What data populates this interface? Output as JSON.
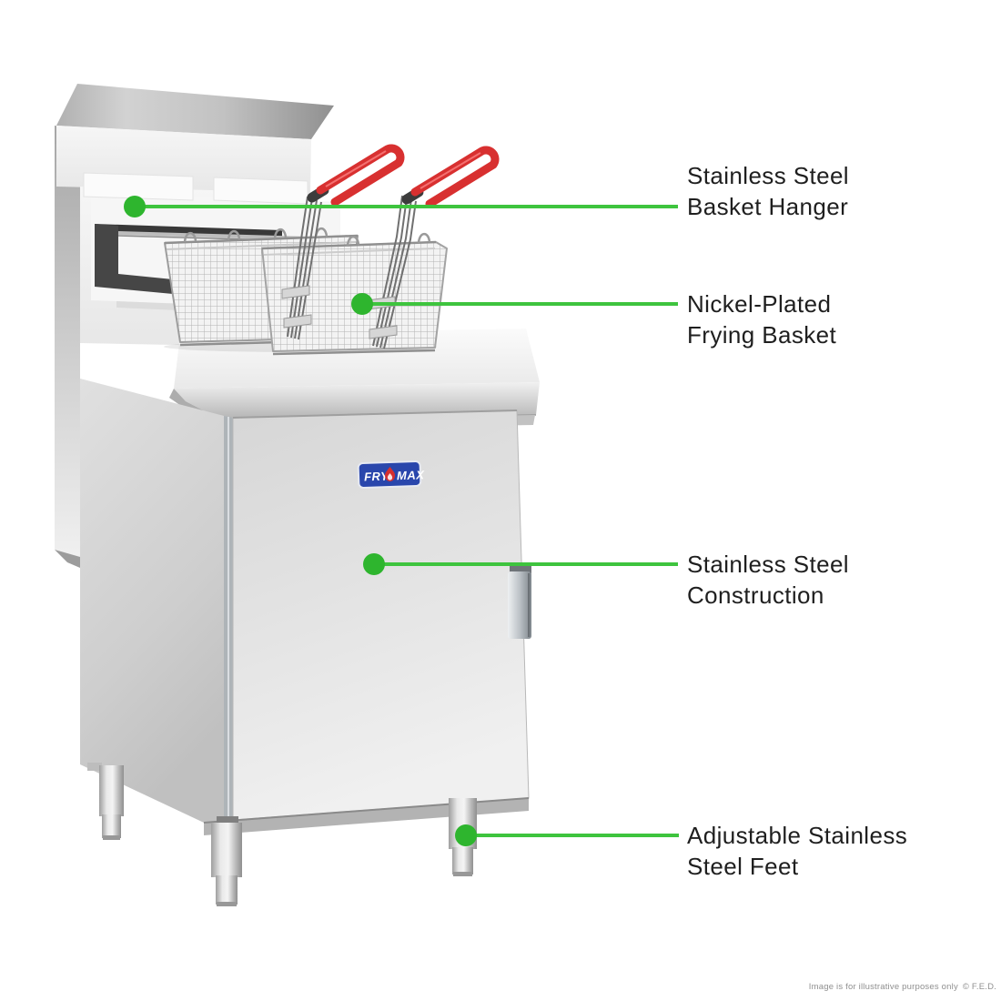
{
  "colors": {
    "accent_green_line": "#3EC43E",
    "accent_green_dot": "#2EB52E",
    "brand_blue": "#2946AC",
    "handle_red": "#D83030",
    "label_text": "#1F1F1F",
    "fineprint_gray": "#8F8F8F"
  },
  "callouts": [
    {
      "line1": "Stainless Steel",
      "line2": "Basket Hanger"
    },
    {
      "line1": "Nickel-Plated",
      "line2": "Frying Basket"
    },
    {
      "line1": "Stainless Steel",
      "line2": "Construction"
    },
    {
      "line1": "Adjustable Stainless",
      "line2": "Steel Feet"
    }
  ],
  "badge": {
    "left": "FRY",
    "right": "MAX"
  },
  "footer": {
    "disclaimer": "Image is for illustrative purposes only",
    "copyright": "© F.E.D."
  }
}
